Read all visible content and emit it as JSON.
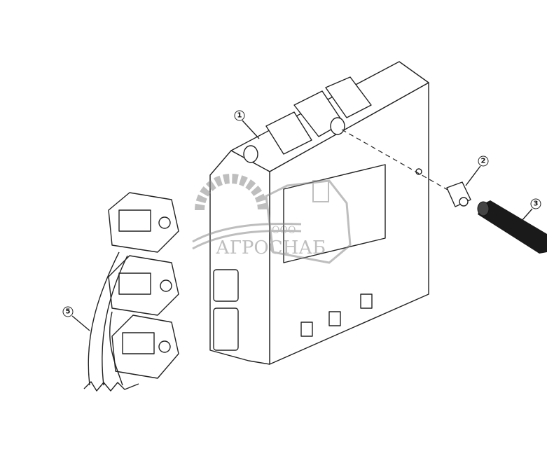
{
  "diagram": {
    "callouts": [
      {
        "id": "1",
        "label": "1"
      },
      {
        "id": "2",
        "label": "2"
      },
      {
        "id": "3",
        "label": "3"
      },
      {
        "id": "5",
        "label": "5"
      }
    ]
  },
  "watermark": {
    "company_prefix": "ООО",
    "company_name": "АГРОСНАБ",
    "color": "#8a8a8a"
  }
}
